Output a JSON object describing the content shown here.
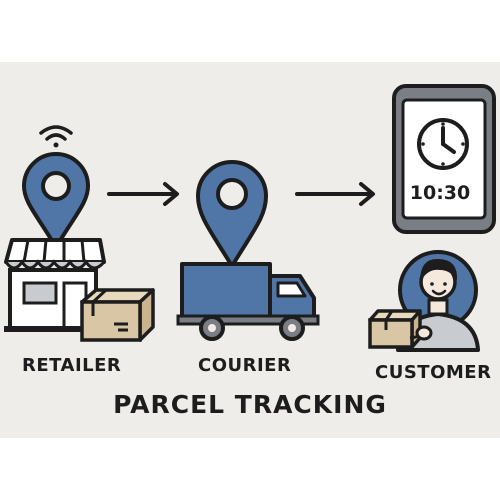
{
  "labels": {
    "retailer": "RETAILER",
    "courier": "COURIER",
    "customer": "CUSTOMER",
    "title": "PARCEL TRACKING"
  },
  "phone": {
    "time": "10:30"
  },
  "colors": {
    "pin_blue": "#4f76a7",
    "outline": "#1d1d1d",
    "box_tan": "#d8c6a4",
    "panel_bg": "#efedea",
    "awning_gray": "#c8ccd0",
    "truck_gray": "#7a7f86"
  },
  "icons": [
    "wifi-icon",
    "location-pin-icon",
    "store-icon",
    "parcel-box-icon",
    "arrow-right-icon",
    "truck-icon",
    "smartphone-icon",
    "clock-icon",
    "person-icon"
  ]
}
